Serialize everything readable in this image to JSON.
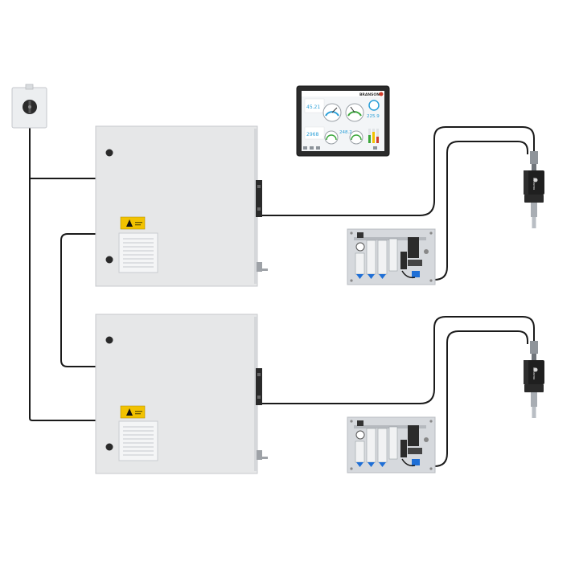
{
  "hmi": {
    "brand": "BRANSON",
    "readouts": {
      "top_left": "45.21",
      "top_right": "225.9",
      "bottom_left": "2968",
      "bottom_right": "248.2"
    }
  },
  "actuators": {
    "brand": "BRANSON"
  },
  "colors": {
    "cable": "#1a1a1a",
    "cabinet_body": "#e6e7e8",
    "cabinet_edge": "#c7c9cc",
    "warning": "#f2c200",
    "screen_accent": "#2a9fd8",
    "gauge_green": "#3aa63a",
    "pneumatic_blue": "#1f6fd6",
    "panel_bg": "#d6d9dd"
  },
  "icons": {
    "selector_switch": "rotary-selector-icon",
    "warning": "warning-triangle-icon",
    "vent": "vent-grille-icon"
  }
}
